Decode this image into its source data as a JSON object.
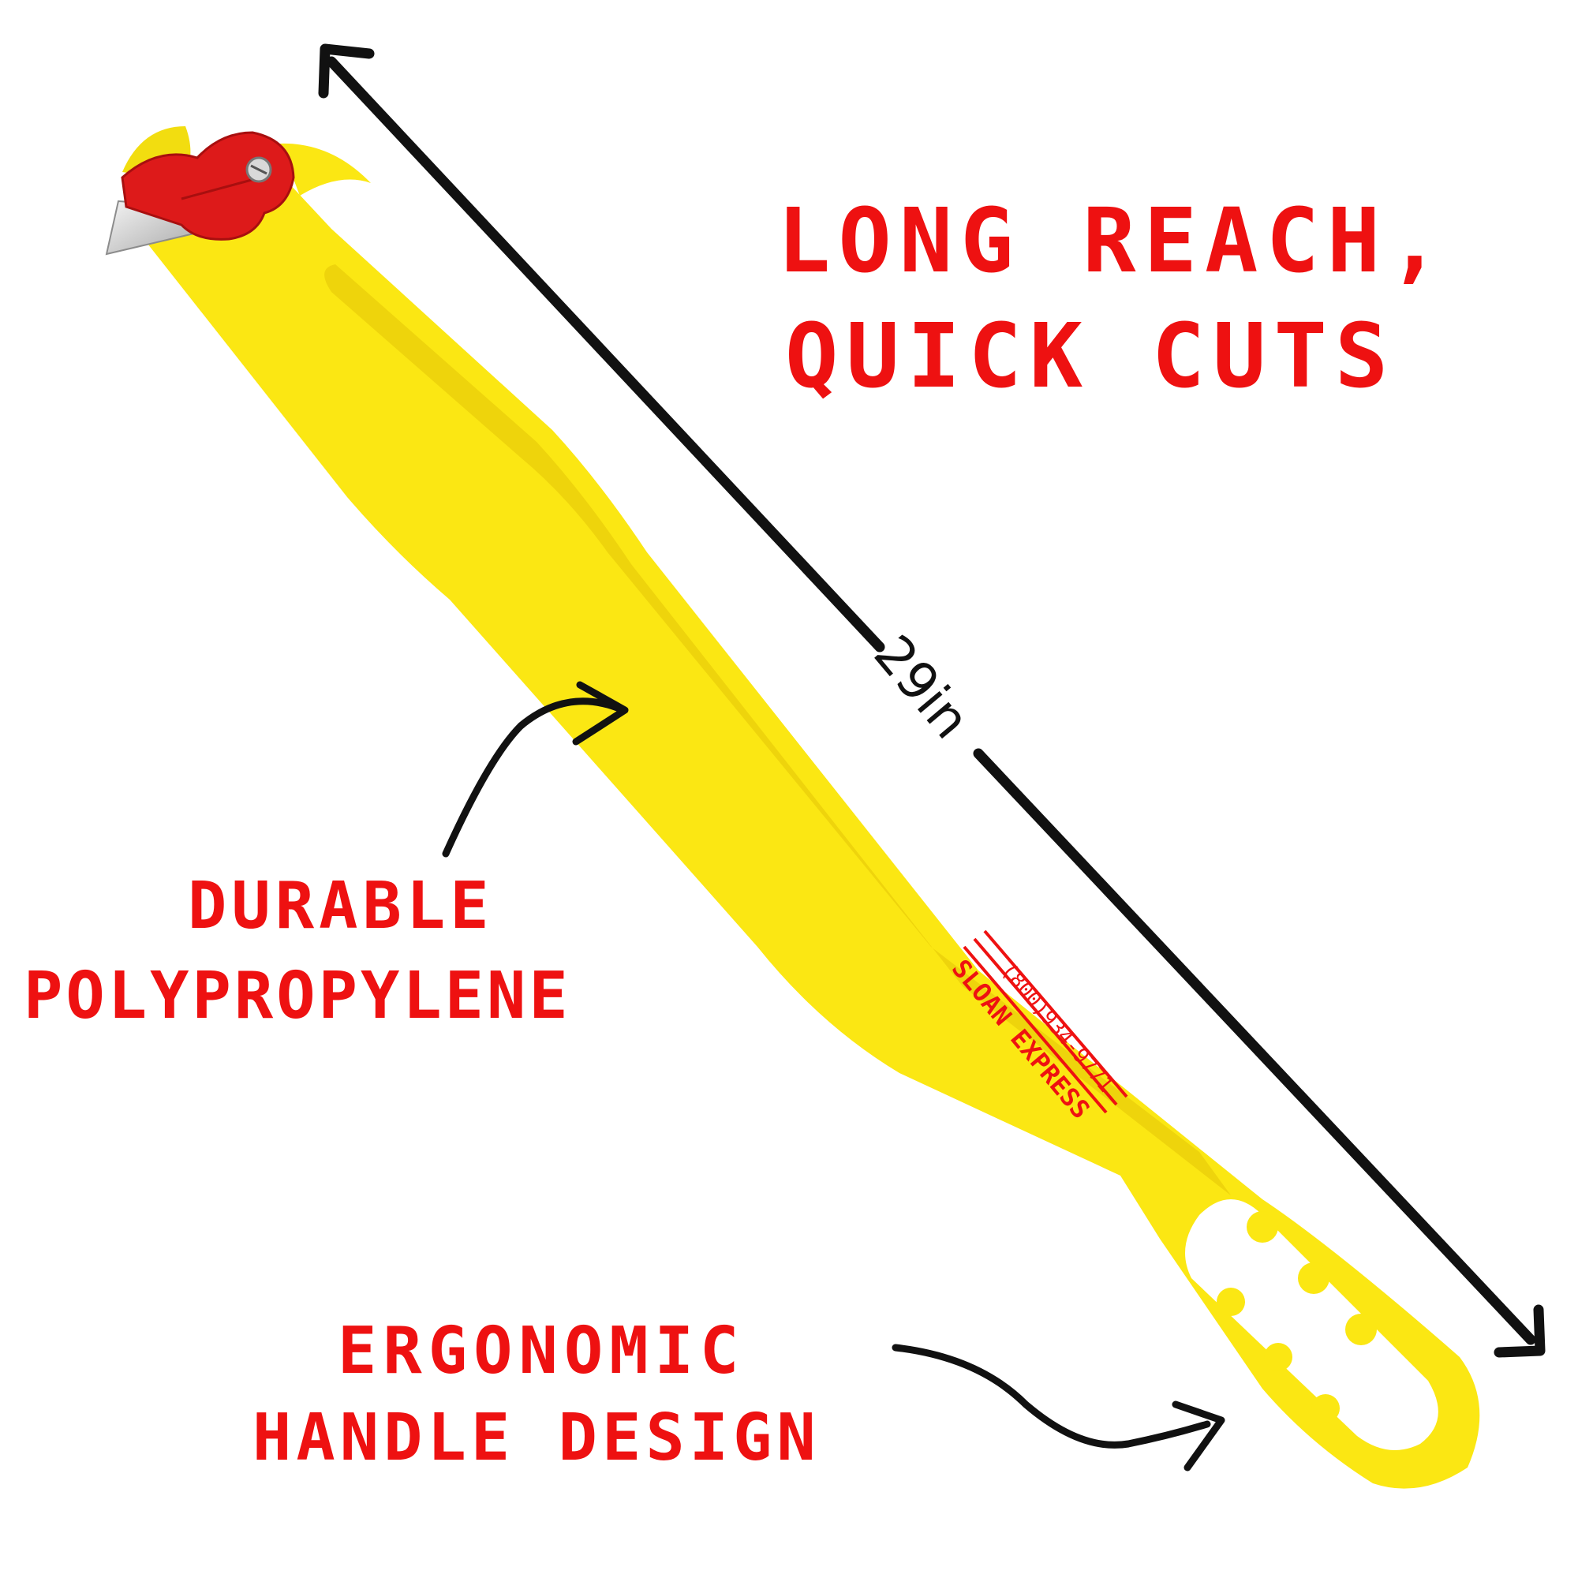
{
  "colors": {
    "accent_red": "#ee1111",
    "tool_yellow": "#fbe713",
    "blade_guard_red": "#dd1a1a",
    "arrow_black": "#111111"
  },
  "headline": {
    "line1": "LONG REACH,",
    "line2": "QUICK CUTS"
  },
  "dimension": {
    "label": "29in"
  },
  "callouts": {
    "material_line1": "DURABLE",
    "material_line2": "POLYPROPYLENE",
    "handle_line1": "ERGONOMIC",
    "handle_line2": "HANDLE DESIGN"
  },
  "imprint": {
    "brand": "SLOAN EXPRESS",
    "phone": "(800)934-9771"
  },
  "icons": [
    "double-headed-arrow-icon",
    "curved-arrow-icon",
    "utility-blade-icon",
    "screw-icon"
  ]
}
